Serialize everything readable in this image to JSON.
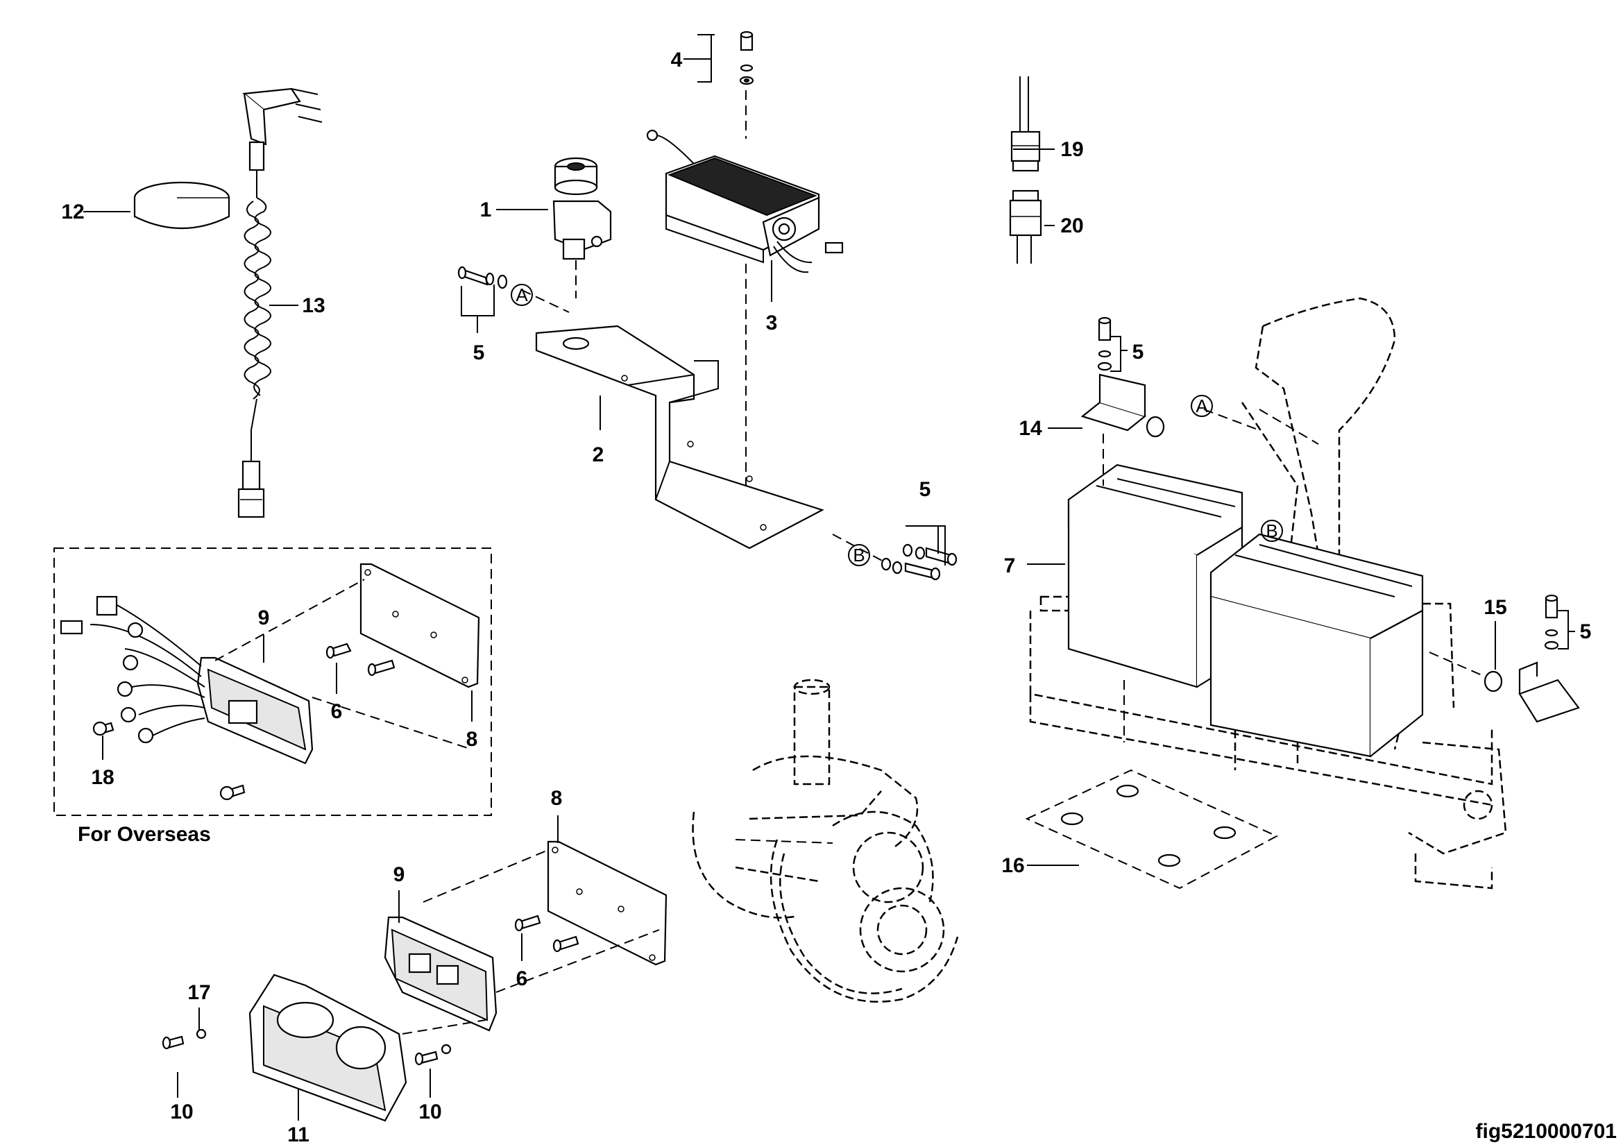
{
  "figure_id": "fig5210000701",
  "caption": "For Overseas",
  "callouts": {
    "c1": "1",
    "c2": "2",
    "c3": "3",
    "c4": "4",
    "c5a": "5",
    "c5b": "5",
    "c5c": "5",
    "c5d": "5",
    "c6a": "6",
    "c6b": "6",
    "c7": "7",
    "c8a": "8",
    "c8b": "8",
    "c9a": "9",
    "c9b": "9",
    "c10a": "10",
    "c10b": "10",
    "c11": "11",
    "c12": "12",
    "c13": "13",
    "c14": "14",
    "c15": "15",
    "c16": "16",
    "c17": "17",
    "c18": "18",
    "c19": "19",
    "c20": "20"
  },
  "reference_marks": {
    "a_left": "A",
    "a_right": "A",
    "b_left": "B",
    "b_right": "B"
  }
}
